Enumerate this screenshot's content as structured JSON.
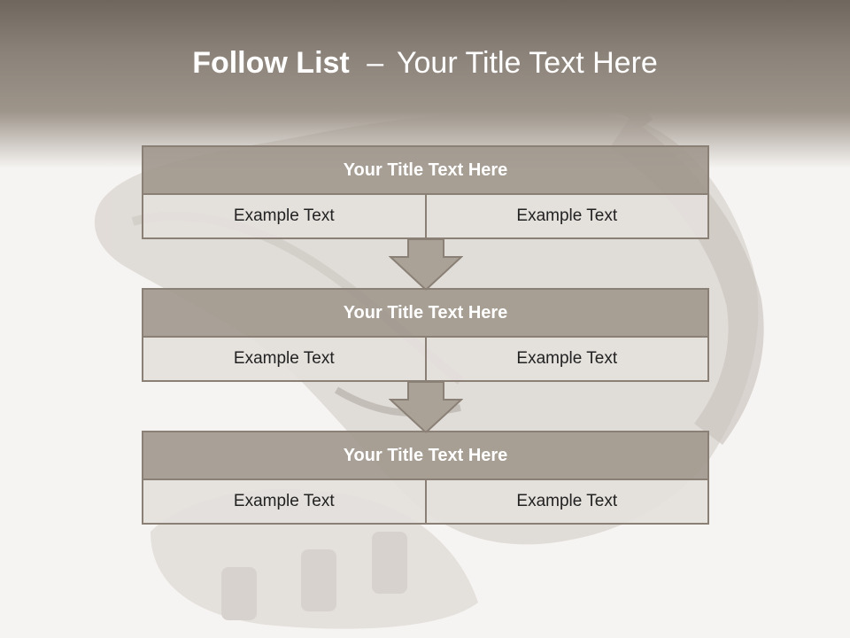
{
  "slide": {
    "title_main": "Follow List",
    "title_separator": "–",
    "title_sub": "Your Title Text Here"
  },
  "blocks": [
    {
      "title": "Your Title Text Here",
      "cells": [
        "Example Text",
        "Example Text"
      ]
    },
    {
      "title": "Your Title Text Here",
      "cells": [
        "Example Text",
        "Example Text"
      ]
    },
    {
      "title": "Your Title Text Here",
      "cells": [
        "Example Text",
        "Example Text"
      ]
    }
  ],
  "colors": {
    "header": "#8b8279",
    "block_title_fill": "#9e958b",
    "block_border": "#8a8076",
    "cell_fill": "#e4e0dc",
    "arrow_fill": "#aaa297"
  }
}
